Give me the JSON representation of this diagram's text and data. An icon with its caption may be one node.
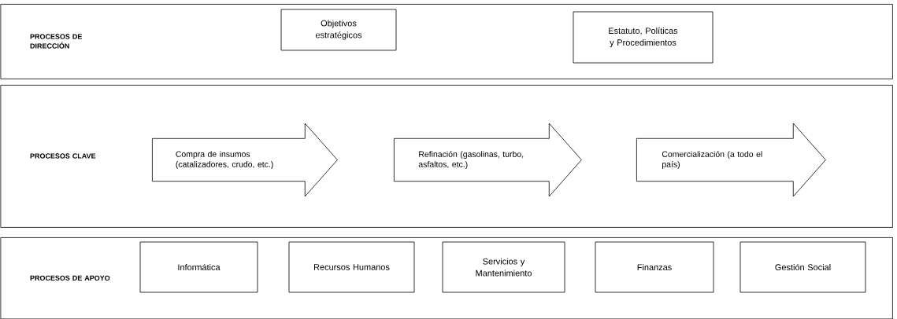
{
  "diagram": {
    "nodes": [
      {
        "text": [
          "PROCESOS DE DIRECCIÓN"
        ]
      },
      {
        "text": [
          "Objetivos estratégicos"
        ],
        "in": 0
      },
      {
        "text": [
          "Estatuto, Políticas y Procedimientos"
        ],
        "in": 0
      },
      {
        "text": [
          "PROCESOS CLAVE"
        ]
      },
      {
        "text": [
          "Compra de insumos (catalizadores, crudo, etc.)"
        ],
        "in": 3
      },
      {
        "text": [
          "Refinación (gasolinas, turbo, asfaltos, etc.)"
        ],
        "in": 3
      },
      {
        "text": [
          "Comercialización (a todo el país)"
        ],
        "in": 3
      },
      {
        "text": [
          "PROCESOS DE APOYO"
        ]
      },
      {
        "text": [
          "Informática"
        ],
        "in": 7
      },
      {
        "text": [
          "Recursos Humanos"
        ],
        "in": 7
      },
      {
        "text": [
          "Servicios y Mantenimiento"
        ],
        "in": 7
      },
      {
        "text": [
          "Finanzas"
        ],
        "in": 7
      },
      {
        "text": [
          "Gestión Social"
        ],
        "in": 7
      }
    ],
    "edges": []
  }
}
